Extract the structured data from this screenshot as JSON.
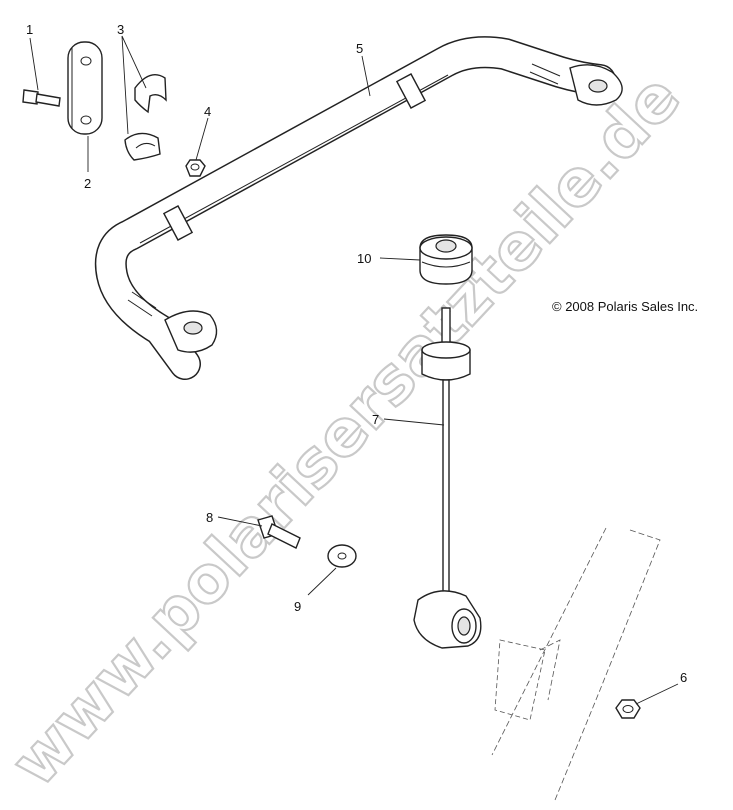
{
  "copyright": "© 2008 Polaris Sales Inc.",
  "watermark": "www.polarisersatzteile.de",
  "callouts": [
    {
      "id": "1",
      "label": "1"
    },
    {
      "id": "2",
      "label": "2"
    },
    {
      "id": "3",
      "label": "3"
    },
    {
      "id": "4",
      "label": "4"
    },
    {
      "id": "5",
      "label": "5"
    },
    {
      "id": "6",
      "label": "6"
    },
    {
      "id": "7",
      "label": "7"
    },
    {
      "id": "8",
      "label": "8"
    },
    {
      "id": "9",
      "label": "9"
    },
    {
      "id": "10",
      "label": "10"
    }
  ]
}
